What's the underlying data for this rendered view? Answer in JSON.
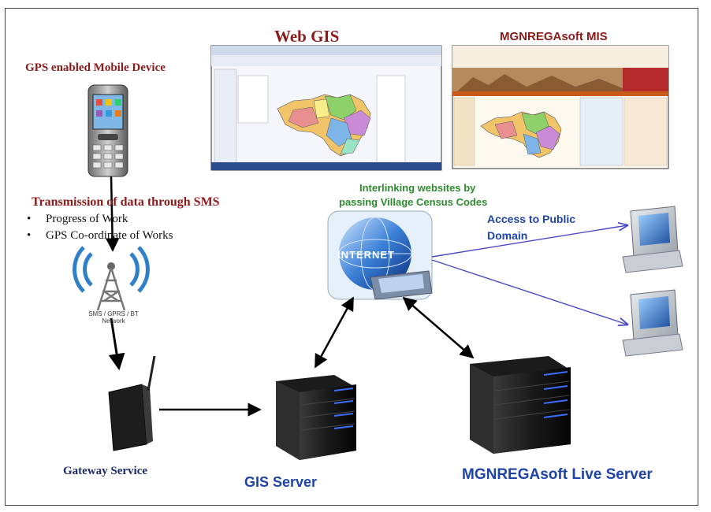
{
  "labels": {
    "gps_device": "GPS enabled Mobile Device",
    "web_gis": "Web GIS",
    "mis": "MGNREGAsoft  MIS",
    "transmission": "Transmission of  data through SMS",
    "interlinking_1": "Interlinking websites by",
    "interlinking_2": "passing Village Census Codes",
    "access_1": "Access to Public",
    "access_2": "Domain",
    "internet": "INTERNET",
    "tower_1": "SMS / GPRS / BT",
    "tower_2": "Network",
    "gateway": "Gateway Service",
    "gis_server": "GIS Server",
    "live_server": "MGNREGAsoft  Live Server"
  },
  "bullets": [
    "Progress of Work",
    "GPS Co-ordinate of Works"
  ],
  "colors": {
    "red_label": "#8b1a1a",
    "green_label": "#2e8b2e",
    "blue_label": "#1f44a8",
    "navy_label": "#1a2a6b",
    "connector": "#5555cc"
  }
}
